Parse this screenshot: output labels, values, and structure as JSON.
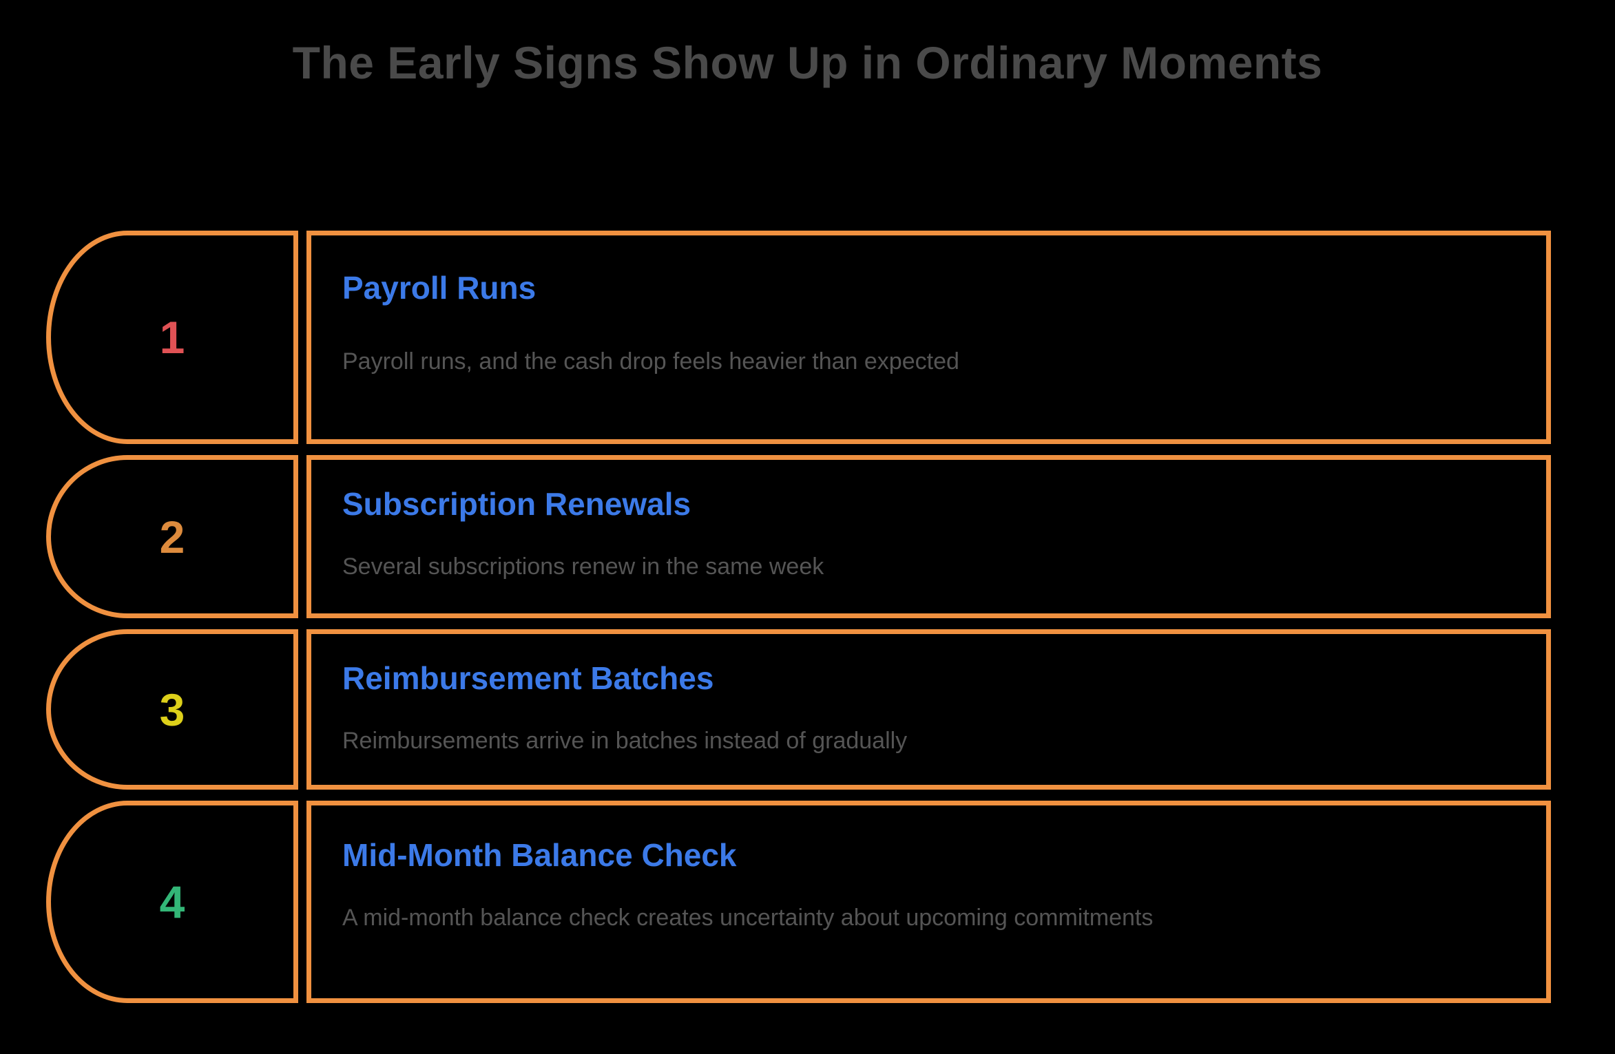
{
  "title": "The Early Signs Show Up in Ordinary Moments",
  "colors": {
    "background": "#000000",
    "title_gray": "#4a4a4a",
    "border_orange": "#f09140",
    "heading_blue": "#3c7ae8",
    "description_gray": "#555555"
  },
  "items": [
    {
      "number": "1",
      "number_color": "#e05255",
      "heading": "Payroll Runs",
      "description": "Payroll runs, and the cash drop feels heavier than expected"
    },
    {
      "number": "2",
      "number_color": "#dd8b3d",
      "heading": "Subscription Renewals",
      "description": "Several subscriptions renew in the same week"
    },
    {
      "number": "3",
      "number_color": "#ddd01a",
      "heading": "Reimbursement Batches",
      "description": "Reimbursements arrive in batches instead of gradually"
    },
    {
      "number": "4",
      "number_color": "#33b677",
      "heading": "Mid-Month Balance Check",
      "description": "A mid-month balance check creates uncertainty about upcoming commitments"
    }
  ]
}
